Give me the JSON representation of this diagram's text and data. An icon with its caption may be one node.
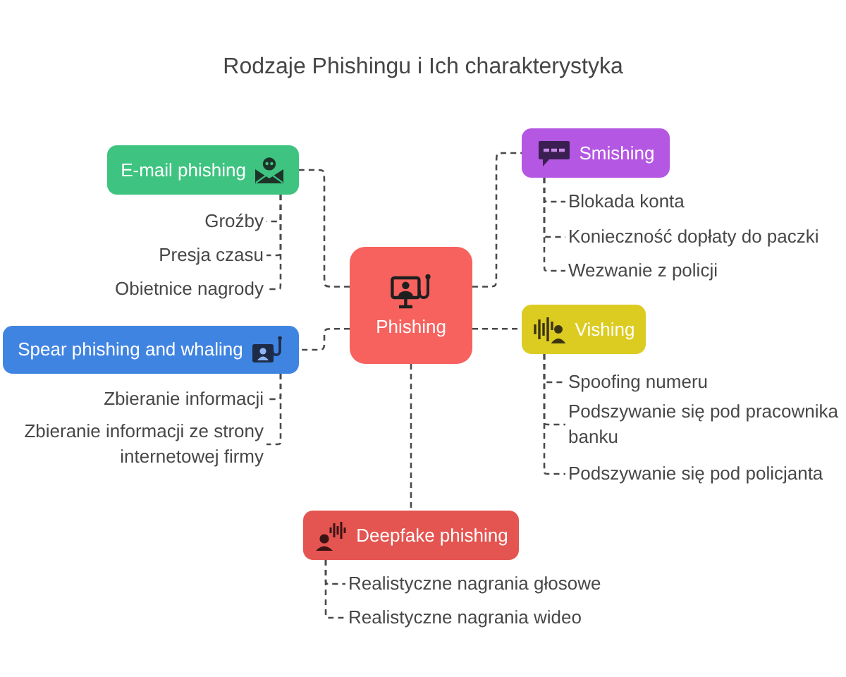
{
  "diagram": {
    "title": "Rodzaje Phishingu i Ich charakterystyka",
    "nodes": [
      {
        "text": [
          "Phishing"
        ]
      },
      {
        "text": [
          "E-mail phishing"
        ]
      },
      {
        "text": [
          "Groźby"
        ]
      },
      {
        "text": [
          "Presja czasu"
        ]
      },
      {
        "text": [
          "Obietnice nagrody"
        ]
      },
      {
        "text": [
          "Smishing"
        ]
      },
      {
        "text": [
          "Blokada konta"
        ]
      },
      {
        "text": [
          "Konieczność dopłaty do paczki"
        ]
      },
      {
        "text": [
          "Wezwanie z policji"
        ]
      },
      {
        "text": [
          "Spear phishing and whaling"
        ]
      },
      {
        "text": [
          "Zbieranie informacji"
        ]
      },
      {
        "text": [
          "Zbieranie informacji ze strony internetowej firmy"
        ]
      },
      {
        "text": [
          "Vishing"
        ]
      },
      {
        "text": [
          "Spoofing numeru"
        ]
      },
      {
        "text": [
          "Podszywanie się pod pracownika banku"
        ]
      },
      {
        "text": [
          "Podszywanie się pod policjanta"
        ]
      },
      {
        "text": [
          "Deepfake phishing"
        ]
      },
      {
        "text": [
          "Realistyczne nagrania głosowe"
        ]
      },
      {
        "text": [
          "Realistyczne nagrania wideo"
        ]
      }
    ],
    "edges": [
      {
        "from": 0,
        "to": 1,
        "arrow": "none",
        "style": "dashed"
      },
      {
        "from": 1,
        "to": 2,
        "arrow": "none",
        "style": "dashed"
      },
      {
        "from": 1,
        "to": 3,
        "arrow": "none",
        "style": "dashed"
      },
      {
        "from": 1,
        "to": 4,
        "arrow": "none",
        "style": "dashed"
      },
      {
        "from": 0,
        "to": 5,
        "arrow": "none",
        "style": "dashed"
      },
      {
        "from": 5,
        "to": 6,
        "arrow": "none",
        "style": "dashed"
      },
      {
        "from": 5,
        "to": 7,
        "arrow": "none",
        "style": "dashed"
      },
      {
        "from": 5,
        "to": 8,
        "arrow": "none",
        "style": "dashed"
      },
      {
        "from": 0,
        "to": 9,
        "arrow": "none",
        "style": "dashed"
      },
      {
        "from": 9,
        "to": 10,
        "arrow": "none",
        "style": "dashed"
      },
      {
        "from": 9,
        "to": 11,
        "arrow": "none",
        "style": "dashed"
      },
      {
        "from": 0,
        "to": 12,
        "arrow": "none",
        "style": "dashed"
      },
      {
        "from": 12,
        "to": 13,
        "arrow": "none",
        "style": "dashed"
      },
      {
        "from": 12,
        "to": 14,
        "arrow": "none",
        "style": "dashed"
      },
      {
        "from": 12,
        "to": 15,
        "arrow": "none",
        "style": "dashed"
      },
      {
        "from": 0,
        "to": 16,
        "arrow": "none",
        "style": "dashed"
      },
      {
        "from": 16,
        "to": 17,
        "arrow": "none",
        "style": "dashed"
      },
      {
        "from": 16,
        "to": 18,
        "arrow": "none",
        "style": "dashed"
      }
    ]
  }
}
